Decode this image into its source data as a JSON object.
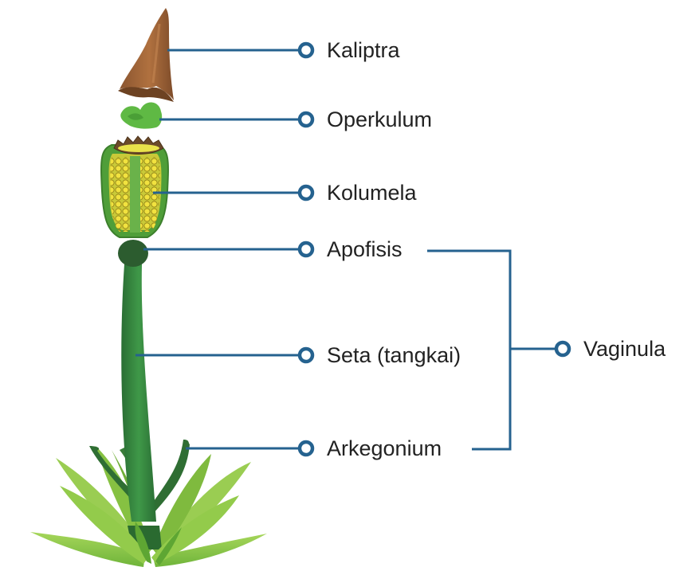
{
  "labels": {
    "kaliptra": "Kaliptra",
    "operkulum": "Operkulum",
    "kolumela": "Kolumela",
    "apofisis": "Apofisis",
    "seta": "Seta (tangkai)",
    "arkegonium": "Arkegonium",
    "vaginula": "Vaginula"
  },
  "colors": {
    "leader_line": "#25628f",
    "label_text": "#222222",
    "calyptra": "#a0643a",
    "operculum": "#5fb944",
    "capsule_wall": "#4f9e39",
    "spore_sac": "#e6d835",
    "seta": "#2f7f3c",
    "leaves": "#8cc63f"
  }
}
